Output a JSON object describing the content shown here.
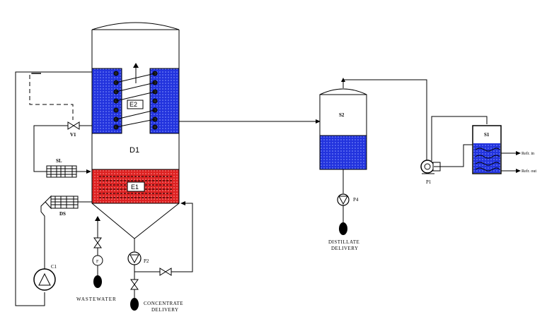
{
  "labels": {
    "d1": "D1",
    "e1": "E1",
    "e2": "E2",
    "v1": "V1",
    "sl": "SL",
    "ds": "DS",
    "c1": "C1",
    "f": "F",
    "p2": "P2",
    "wastewater": "WASTEWATER",
    "concentrate_1": "CONCENTRATE",
    "concentrate_2": "DELIVERY",
    "s2": "S2",
    "p4": "P4",
    "distillate_1": "DISTILLATE",
    "distillate_2": "DELIVERY",
    "p1": "P1",
    "s1": "S1",
    "refr_in": "Refr. in",
    "refr_out": "Refr. out"
  },
  "colors": {
    "condenser_fill": "#2233dd",
    "heater_fill": "#dd2222",
    "line": "#000000",
    "background": "#ffffff"
  }
}
